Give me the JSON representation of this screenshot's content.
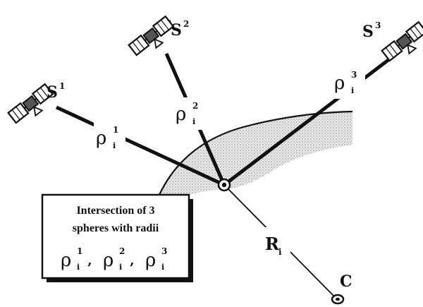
{
  "satellites": [
    {
      "name": "S",
      "sup": "1"
    },
    {
      "name": "S",
      "sup": "2"
    },
    {
      "name": "S",
      "sup": "3"
    }
  ],
  "ranges": [
    {
      "symbol": "ρ",
      "sup": "1",
      "sub": "i"
    },
    {
      "symbol": "ρ",
      "sup": "2",
      "sub": "i"
    },
    {
      "symbol": "ρ",
      "sup": "3",
      "sub": "i"
    }
  ],
  "radius": {
    "symbol": "R",
    "sub": "i"
  },
  "center": {
    "label": "C"
  },
  "caption": {
    "line1": "Intersection of 3",
    "line2": "spheres with radii",
    "formula": [
      {
        "symbol": "ρ",
        "sup": "1",
        "sub": "i",
        "after": " , "
      },
      {
        "symbol": "ρ",
        "sup": "2",
        "sub": "i",
        "after": " , "
      },
      {
        "symbol": "ρ",
        "sup": "3",
        "sub": "i",
        "after": ""
      }
    ]
  },
  "colors": {
    "ink": "#111111",
    "earth_fill": "#d9d9d9",
    "background": "#ffffff"
  }
}
